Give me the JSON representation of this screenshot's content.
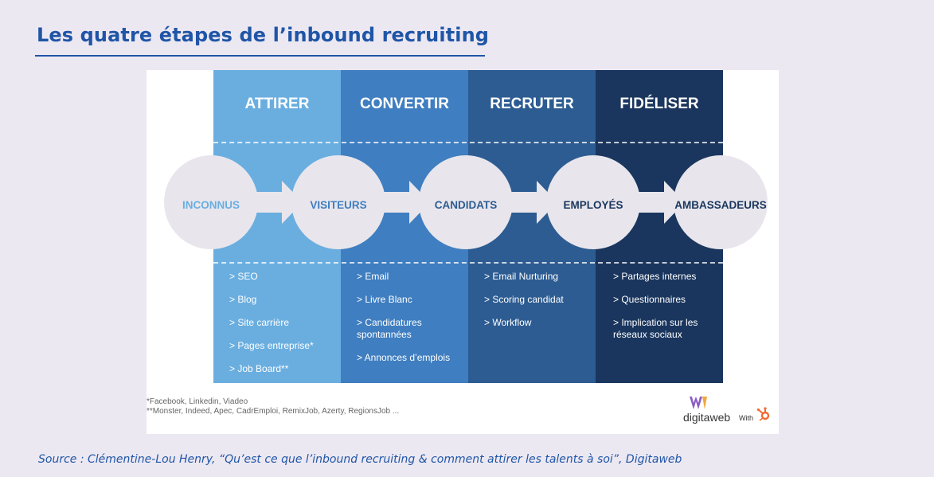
{
  "title": "Les quatre étapes de l’inbound recruiting",
  "columns": [
    {
      "header": "ATTIRER",
      "color": "#6aaee0",
      "items": [
        "> SEO",
        "> Blog",
        "> Site carrière",
        "> Pages  entreprise*",
        "> Job Board**"
      ]
    },
    {
      "header": "CONVERTIR",
      "color": "#3f7ec0",
      "items": [
        "> Email",
        "> Livre Blanc",
        "> Candidatures spontannées",
        "> Annonces d’emplois"
      ]
    },
    {
      "header": "RECRUTER",
      "color": "#2d5c92",
      "items": [
        "> Email Nurturing",
        "> Scoring candidat",
        "> Workflow"
      ]
    },
    {
      "header": "FIDÉLISER",
      "color": "#1a365e",
      "items": [
        "> Partages internes",
        "> Questionnaires",
        "> Implication sur les réseaux sociaux"
      ]
    }
  ],
  "stages": [
    {
      "label": "INCONNUS",
      "color": "#6aaee0"
    },
    {
      "label": "VISITEURS",
      "color": "#3f7ec0"
    },
    {
      "label": "CANDIDATS",
      "color": "#2d5c92"
    },
    {
      "label": "EMPLOYÉS",
      "color": "#1a365e"
    },
    {
      "label": "AMBASSADEURS",
      "color": "#1a365e"
    }
  ],
  "footnotes": {
    "line1": "*Facebook, Linkedin, Viadeo",
    "line2": "**Monster, Indeed, Apec, CadrEmploi, RemixJob, Azerty, RegionsJob ..."
  },
  "logo": {
    "brand": "digitaweb",
    "with": "With",
    "icon": "hubspot-icon"
  },
  "source": "Source : Clémentine-Lou Henry, “Qu’est ce que l’inbound recruiting & comment attirer les talents à soi”, Digitaweb",
  "colors": {
    "title": "#1f55a6",
    "circle": "#e8e6ec",
    "arrow": "#e8e6ec"
  }
}
